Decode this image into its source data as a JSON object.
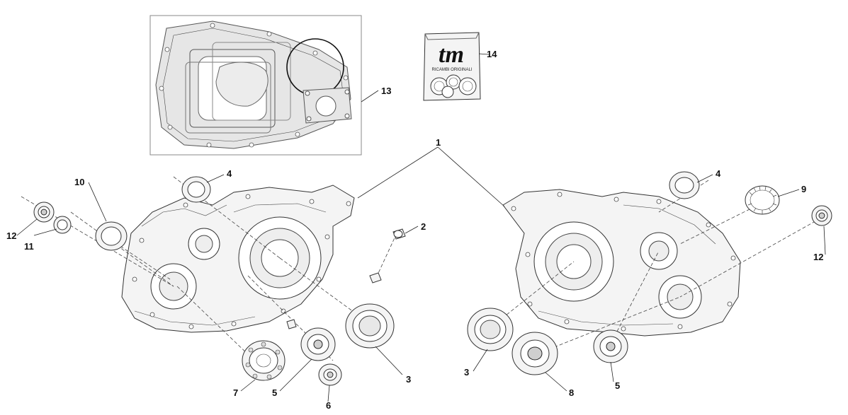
{
  "diagram": {
    "callouts": [
      {
        "id": "c1",
        "text": "1"
      },
      {
        "id": "c2",
        "text": "2"
      },
      {
        "id": "c3a",
        "text": "3"
      },
      {
        "id": "c3b",
        "text": "3"
      },
      {
        "id": "c4a",
        "text": "4"
      },
      {
        "id": "c4b",
        "text": "4"
      },
      {
        "id": "c5a",
        "text": "5"
      },
      {
        "id": "c5b",
        "text": "5"
      },
      {
        "id": "c6",
        "text": "6"
      },
      {
        "id": "c7",
        "text": "7"
      },
      {
        "id": "c8",
        "text": "8"
      },
      {
        "id": "c9",
        "text": "9"
      },
      {
        "id": "c10",
        "text": "10"
      },
      {
        "id": "c11",
        "text": "11"
      },
      {
        "id": "c12a",
        "text": "12"
      },
      {
        "id": "c12b",
        "text": "12"
      },
      {
        "id": "c13",
        "text": "13"
      },
      {
        "id": "c14",
        "text": "14"
      }
    ],
    "kit_bag": {
      "logo": "tm",
      "caption": "RICAMBI ORIGINALI"
    }
  }
}
